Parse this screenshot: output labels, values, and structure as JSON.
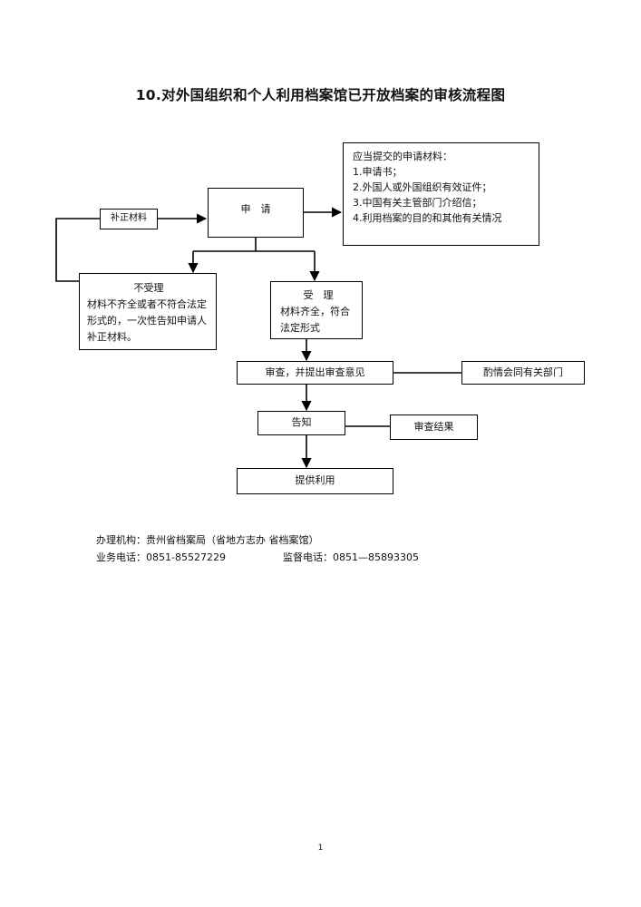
{
  "title": "10.对外国组织和个人利用档案馆已开放档案的审核流程图",
  "nodes": {
    "apply": "申　请",
    "supplement": "补正材料",
    "materials": {
      "heading": "应当提交的申请材料：",
      "items": [
        "1.申请书；",
        "2.外国人或外国组织有效证件；",
        "3.中国有关主管部门介绍信；",
        "4.利用档案的目的和其他有关情况"
      ]
    },
    "reject": {
      "title": "不受理",
      "desc": "材料不齐全或者不符合法定形式的，一次性告知申请人补正材料。"
    },
    "accept": {
      "title": "受　理",
      "desc": "材料齐全，符合法定形式"
    },
    "review": "审查，并提出审查意见",
    "consult": "酌情会同有关部门",
    "notify": "告知",
    "result": "审查结果",
    "provide": "提供利用"
  },
  "footer": {
    "agency": "办理机构：贵州省档案局（省地方志办 省档案馆）",
    "business_phone": "业务电话：0851-85527229",
    "supervision_phone": "监督电话：0851—85893305"
  },
  "page_number": "1"
}
